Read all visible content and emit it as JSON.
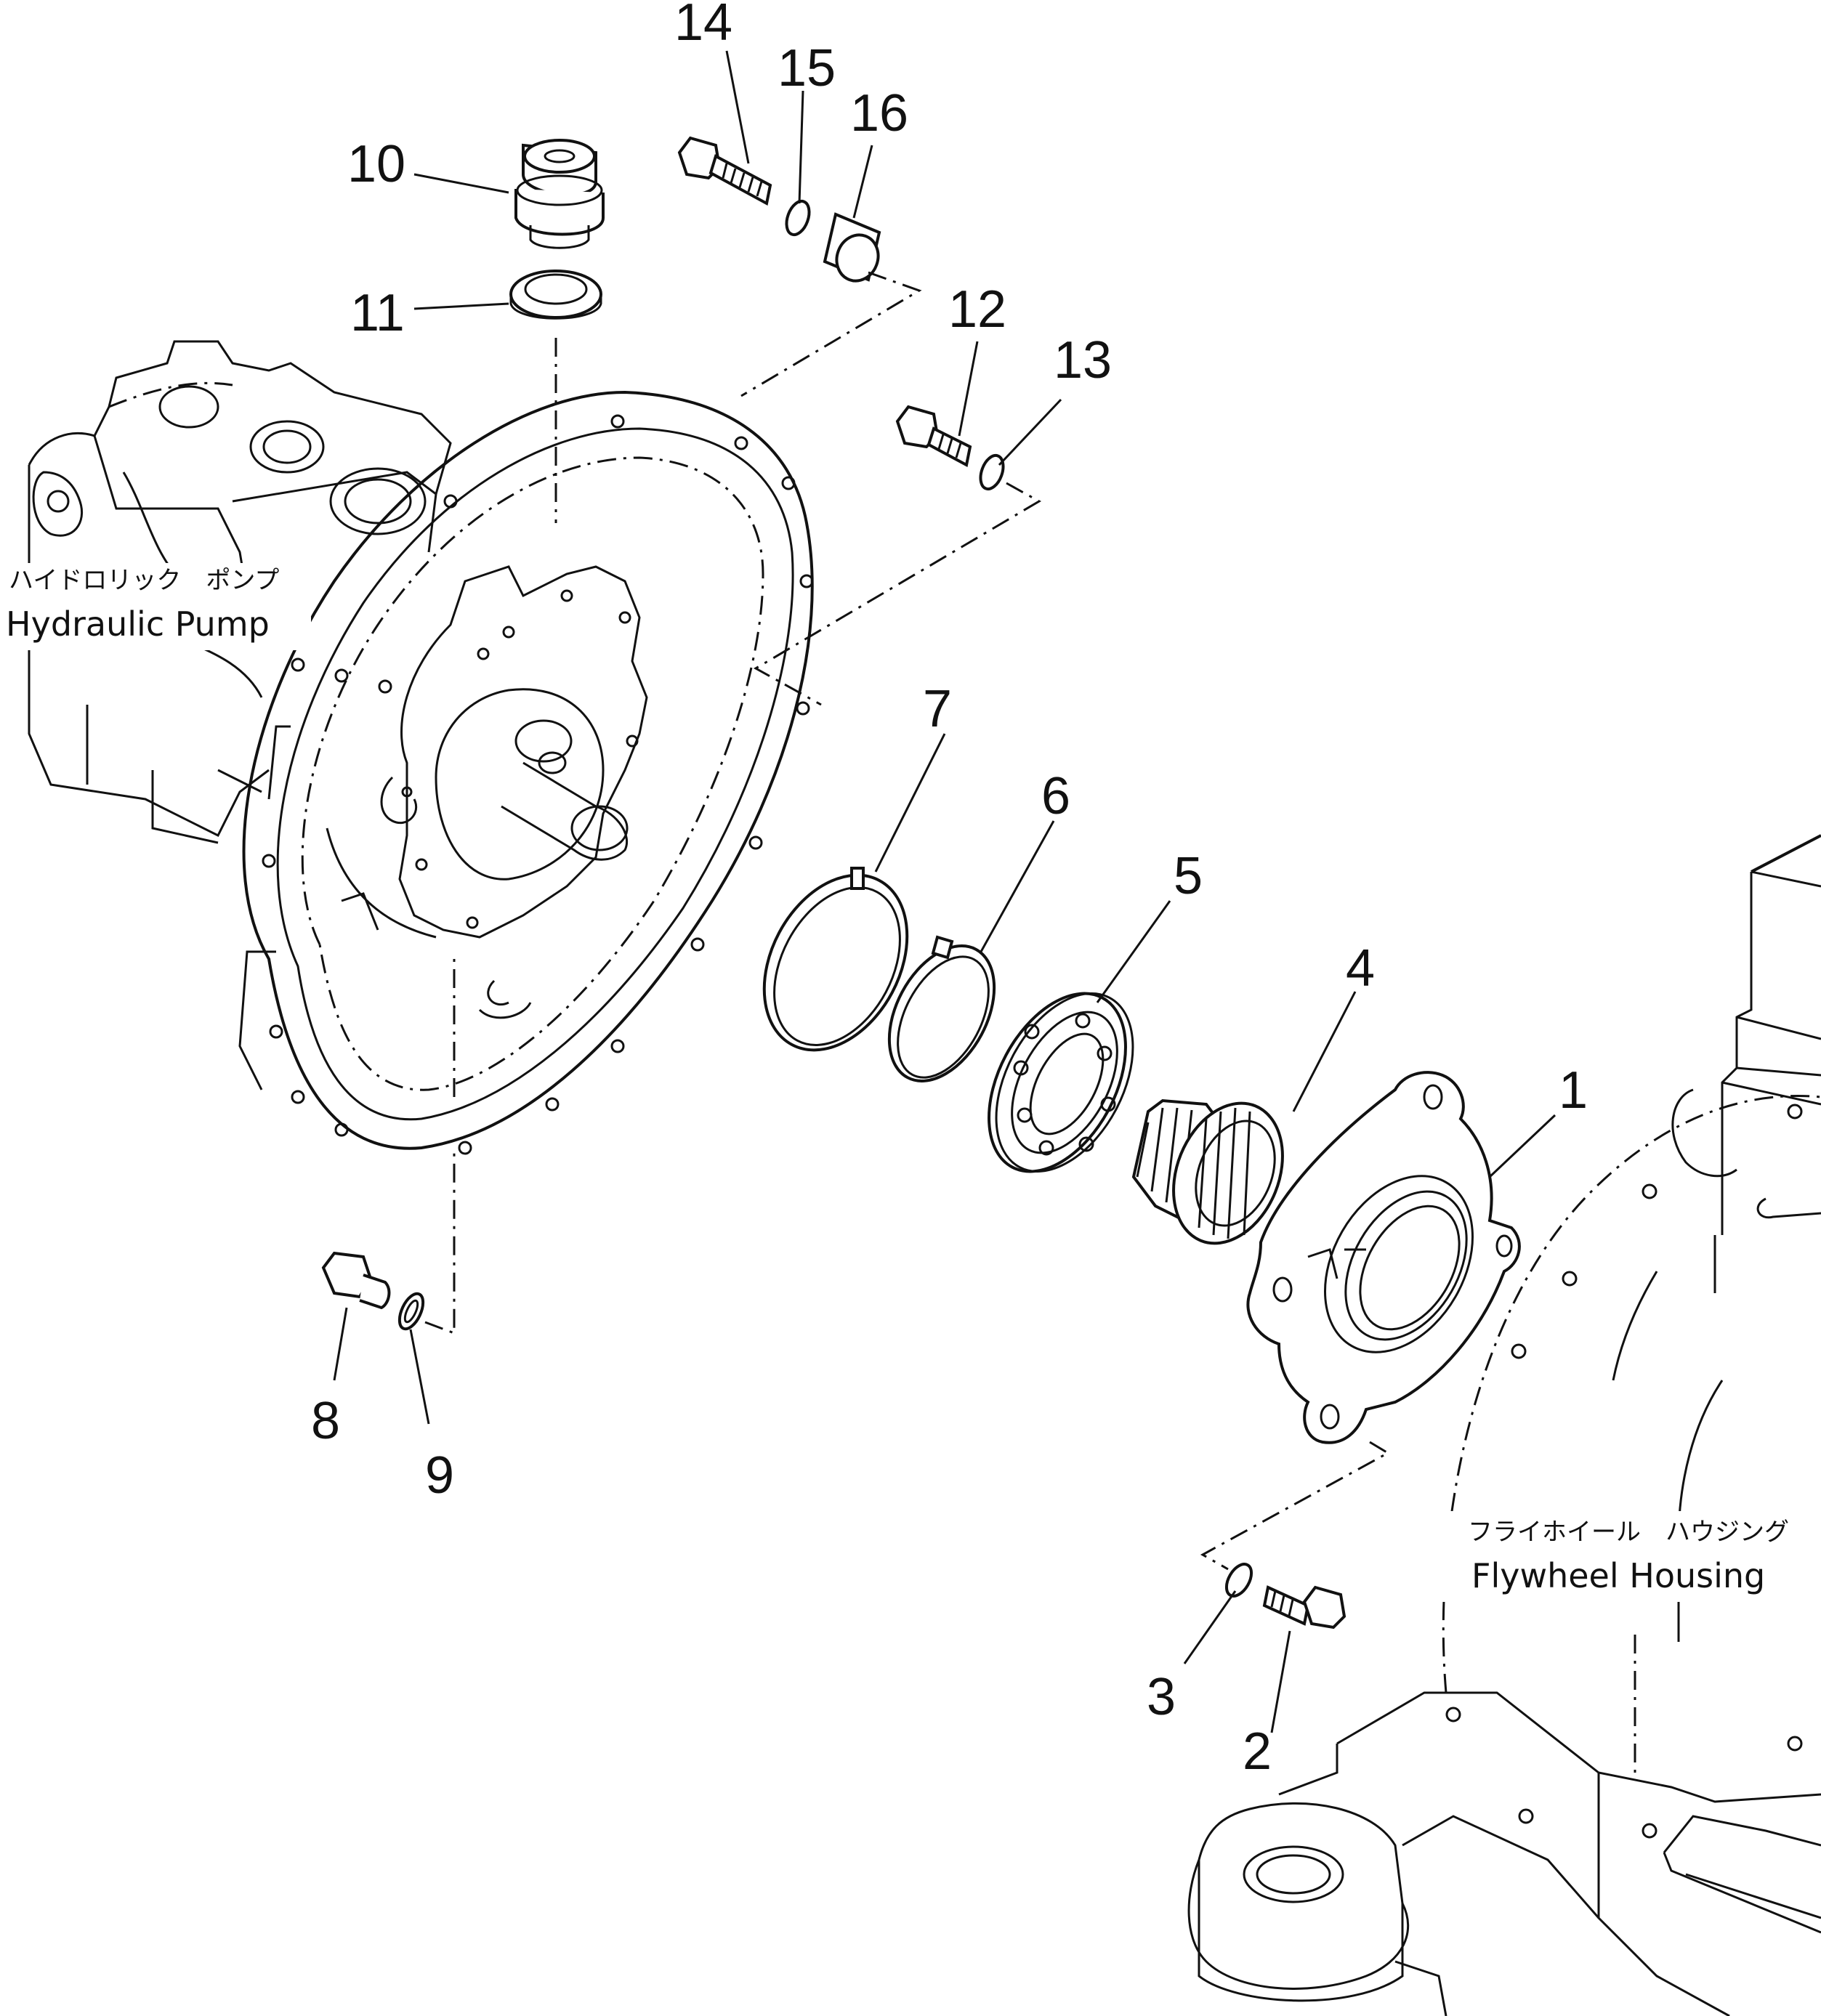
{
  "callouts": [
    "1",
    "2",
    "3",
    "4",
    "5",
    "6",
    "7",
    "8",
    "9",
    "10",
    "11",
    "12",
    "13",
    "14",
    "15",
    "16"
  ],
  "labels": {
    "hydraulic_pump_jp": "ハイドロリック　ポンプ",
    "hydraulic_pump_en": "Hydraulic Pump",
    "flywheel_housing_jp": "フライホイール　ハウジング",
    "flywheel_housing_en": "Flywheel Housing"
  }
}
